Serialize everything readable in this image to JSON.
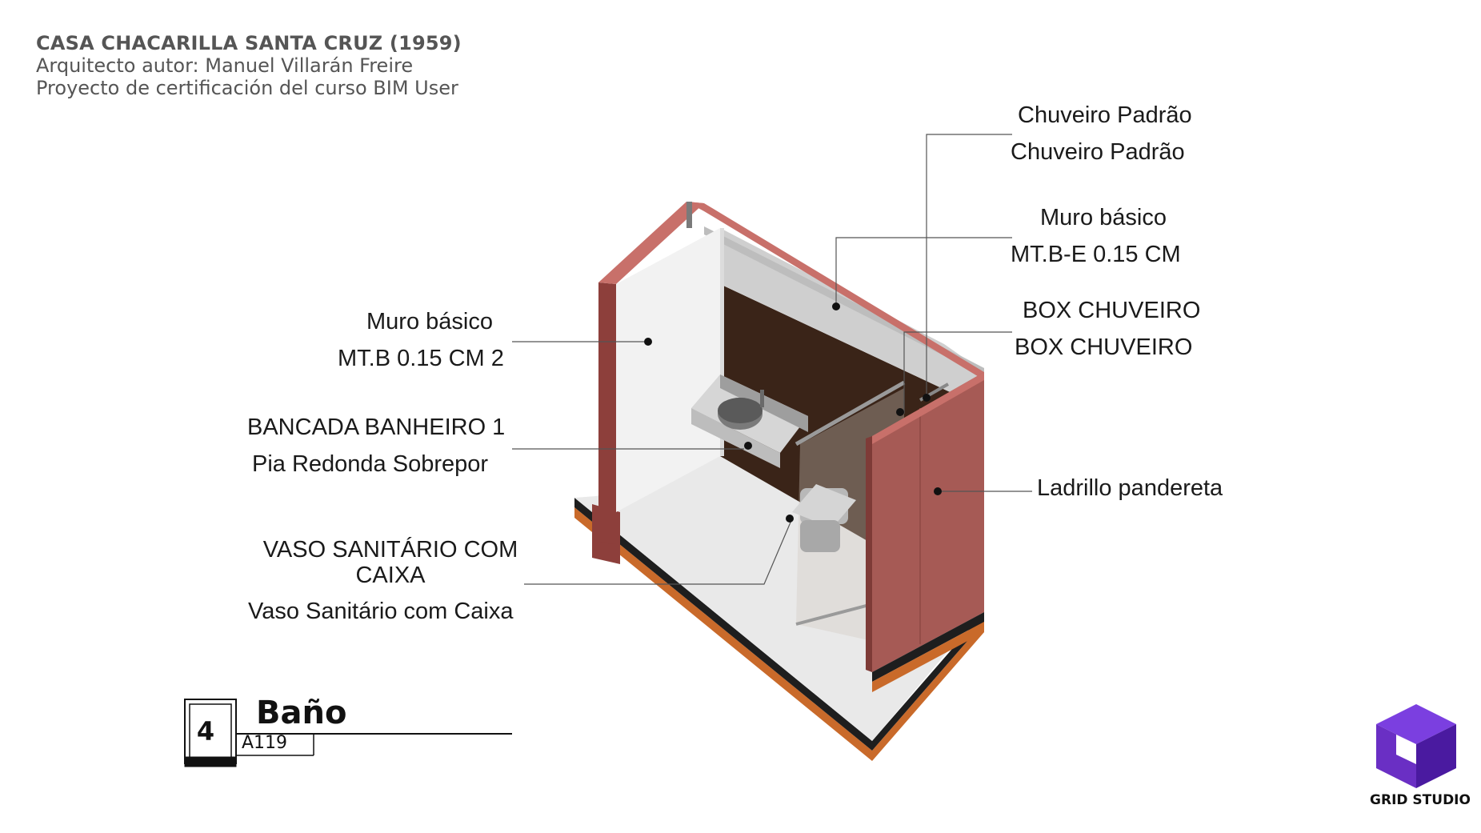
{
  "header": {
    "title": "CASA CHACARILLA SANTA CRUZ (1959)",
    "architect": "Arquitecto autor: Manuel Villarán Freire",
    "project": "Proyecto de certificación del curso BIM User"
  },
  "annotations": {
    "shower_family": "Chuveiro Padrão",
    "shower_type": "Chuveiro Padrão",
    "back_wall_family": "Muro básico",
    "back_wall_type": "MT.B-E 0.15 CM",
    "box_family": "BOX CHUVEIRO",
    "box_type": "BOX CHUVEIRO",
    "left_wall_family": "Muro básico",
    "left_wall_type": "MT.B 0.15 CM 2",
    "counter_family": "BANCADA BANHEIRO 1",
    "counter_type": "Pia Redonda Sobrepor",
    "toilet_family_line1": "VASO SANITÁRIO COM",
    "toilet_family_line2": "CAIXA",
    "toilet_type": "Vaso Sanitário com Caixa",
    "brick_label": "Ladrillo pandereta"
  },
  "view_tag": {
    "number": "4",
    "title": "Baño",
    "sheet": "A119"
  },
  "brand": {
    "name": "GRID STUDIO",
    "color": "#6a2fc4"
  },
  "colors": {
    "wall_red": "#a65a55",
    "wall_red_top": "#c8706a",
    "wall_white": "#f2f2f2",
    "back_brown": "#3a2418",
    "floor_band": "#c96a2a",
    "floor_dark": "#1e1e1e"
  }
}
